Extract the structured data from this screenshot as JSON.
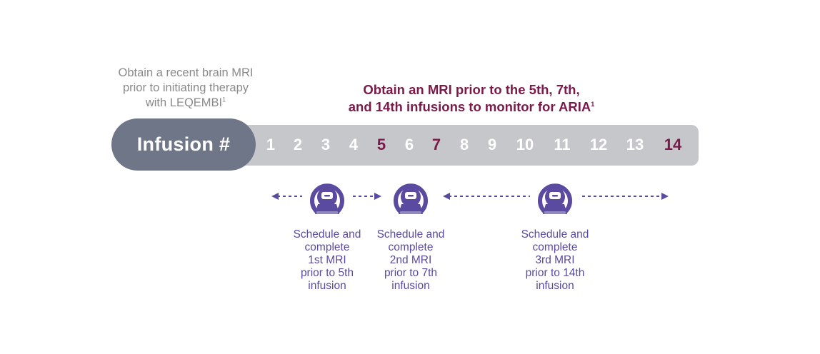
{
  "left_note": {
    "lines": [
      "Obtain a recent brain MRI",
      "prior to initiating therapy",
      "with LEQEMBI"
    ],
    "superscript": "1"
  },
  "heading": {
    "line1": "Obtain an MRI prior to the 5th, 7th,",
    "line2": "and 14th infusions to monitor for ARIA",
    "superscript": "1"
  },
  "infusion_label": "Infusion #",
  "infusions": [
    "1",
    "2",
    "3",
    "4",
    "5",
    "6",
    "7",
    "8",
    "9",
    "10",
    "11",
    "12",
    "13",
    "14"
  ],
  "highlighted_infusions": [
    "5",
    "7",
    "14"
  ],
  "mri_steps": [
    {
      "lines": [
        "Schedule and",
        "complete",
        "1st MRI",
        "prior to 5th",
        "infusion"
      ]
    },
    {
      "lines": [
        "Schedule and",
        "complete",
        "2nd MRI",
        "prior to 7th",
        "infusion"
      ]
    },
    {
      "lines": [
        "Schedule and",
        "complete",
        "3rd MRI",
        "prior to 14th",
        "infusion"
      ]
    }
  ],
  "colors": {
    "highlight": "#7a1a4b",
    "pill": "#6e7688",
    "bar": "#c5c7cb",
    "accent": "#5a4aa0",
    "note_gray": "#8a8a8a"
  },
  "icons": [
    "mri-scanner-icon",
    "dashed-arrow-left",
    "dashed-arrow-right"
  ]
}
